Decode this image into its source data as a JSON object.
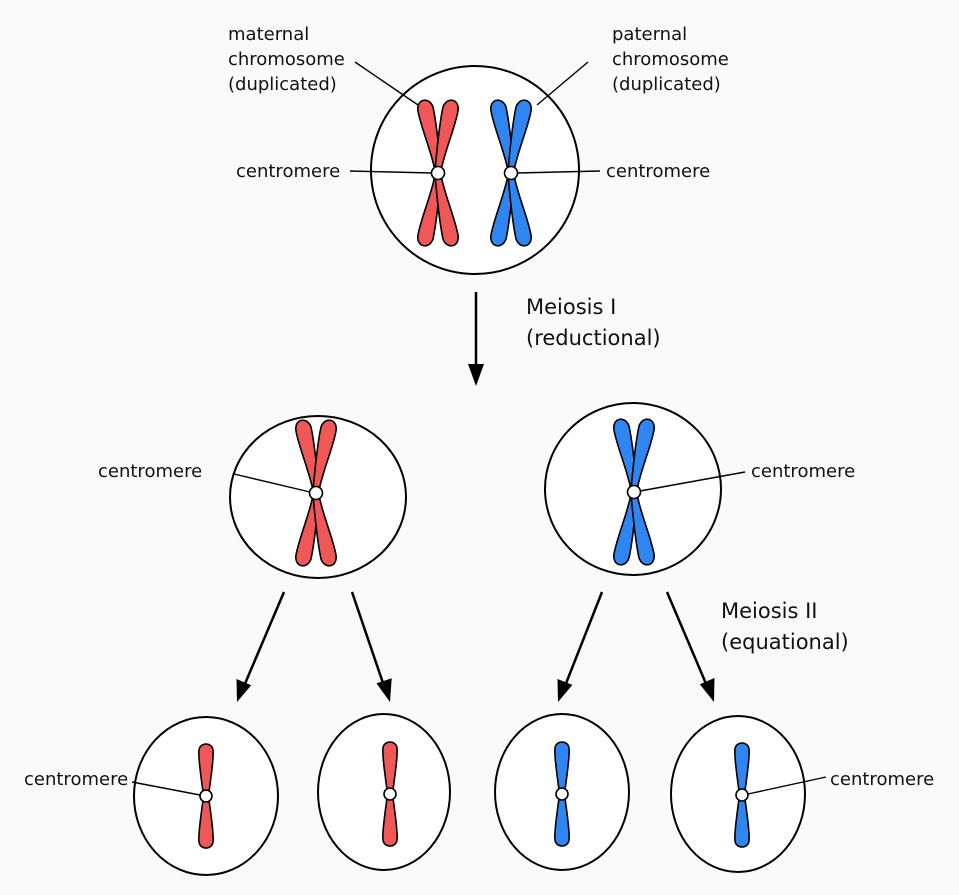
{
  "colors": {
    "maternal": "#f05858",
    "paternal": "#2f86f0",
    "cell_fill": "#ffffff",
    "outline": "#000000",
    "background": "#fafafa"
  },
  "labels": {
    "maternal": [
      "maternal",
      "chromosome",
      "(duplicated)"
    ],
    "paternal": [
      "paternal",
      "chromosome",
      "(duplicated)"
    ],
    "centromere": "centromere",
    "meiosis1": [
      "Meiosis I",
      "(reductional)"
    ],
    "meiosis2": [
      "Meiosis II",
      "(equational)"
    ]
  }
}
